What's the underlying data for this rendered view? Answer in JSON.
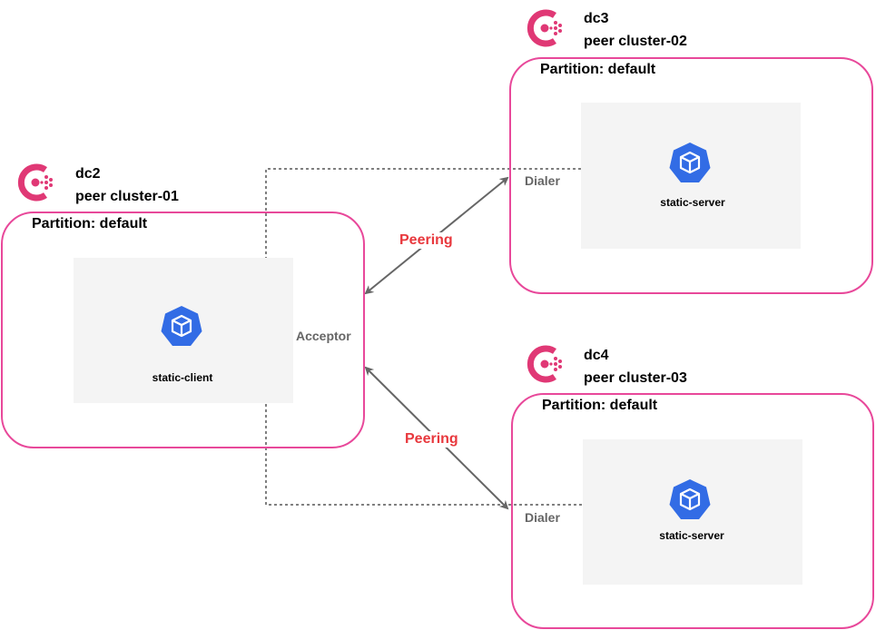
{
  "colors": {
    "partition_border": "#e8489a",
    "consul_logo": "#e03875",
    "k8s_blue": "#326ce5",
    "peering_label": "#e8383d",
    "role_label": "#666666",
    "inner_fill": "#f4f4f4"
  },
  "clusters": {
    "dc2": {
      "logo_icon": "consul-logo-icon",
      "name": "dc2",
      "peer": "peer cluster-01",
      "partition": "Partition: default",
      "service": "static-client",
      "role": "Acceptor"
    },
    "dc3": {
      "logo_icon": "consul-logo-icon",
      "name": "dc3",
      "peer": "peer cluster-02",
      "partition": "Partition: default",
      "service": "static-server",
      "role": "Dialer"
    },
    "dc4": {
      "logo_icon": "consul-logo-icon",
      "name": "dc4",
      "peer": "peer cluster-03",
      "partition": "Partition: default",
      "service": "static-server",
      "role": "Dialer"
    }
  },
  "peering_links": [
    {
      "label": "Peering",
      "from": "dc2",
      "to": "dc3"
    },
    {
      "label": "Peering",
      "from": "dc2",
      "to": "dc4"
    }
  ]
}
